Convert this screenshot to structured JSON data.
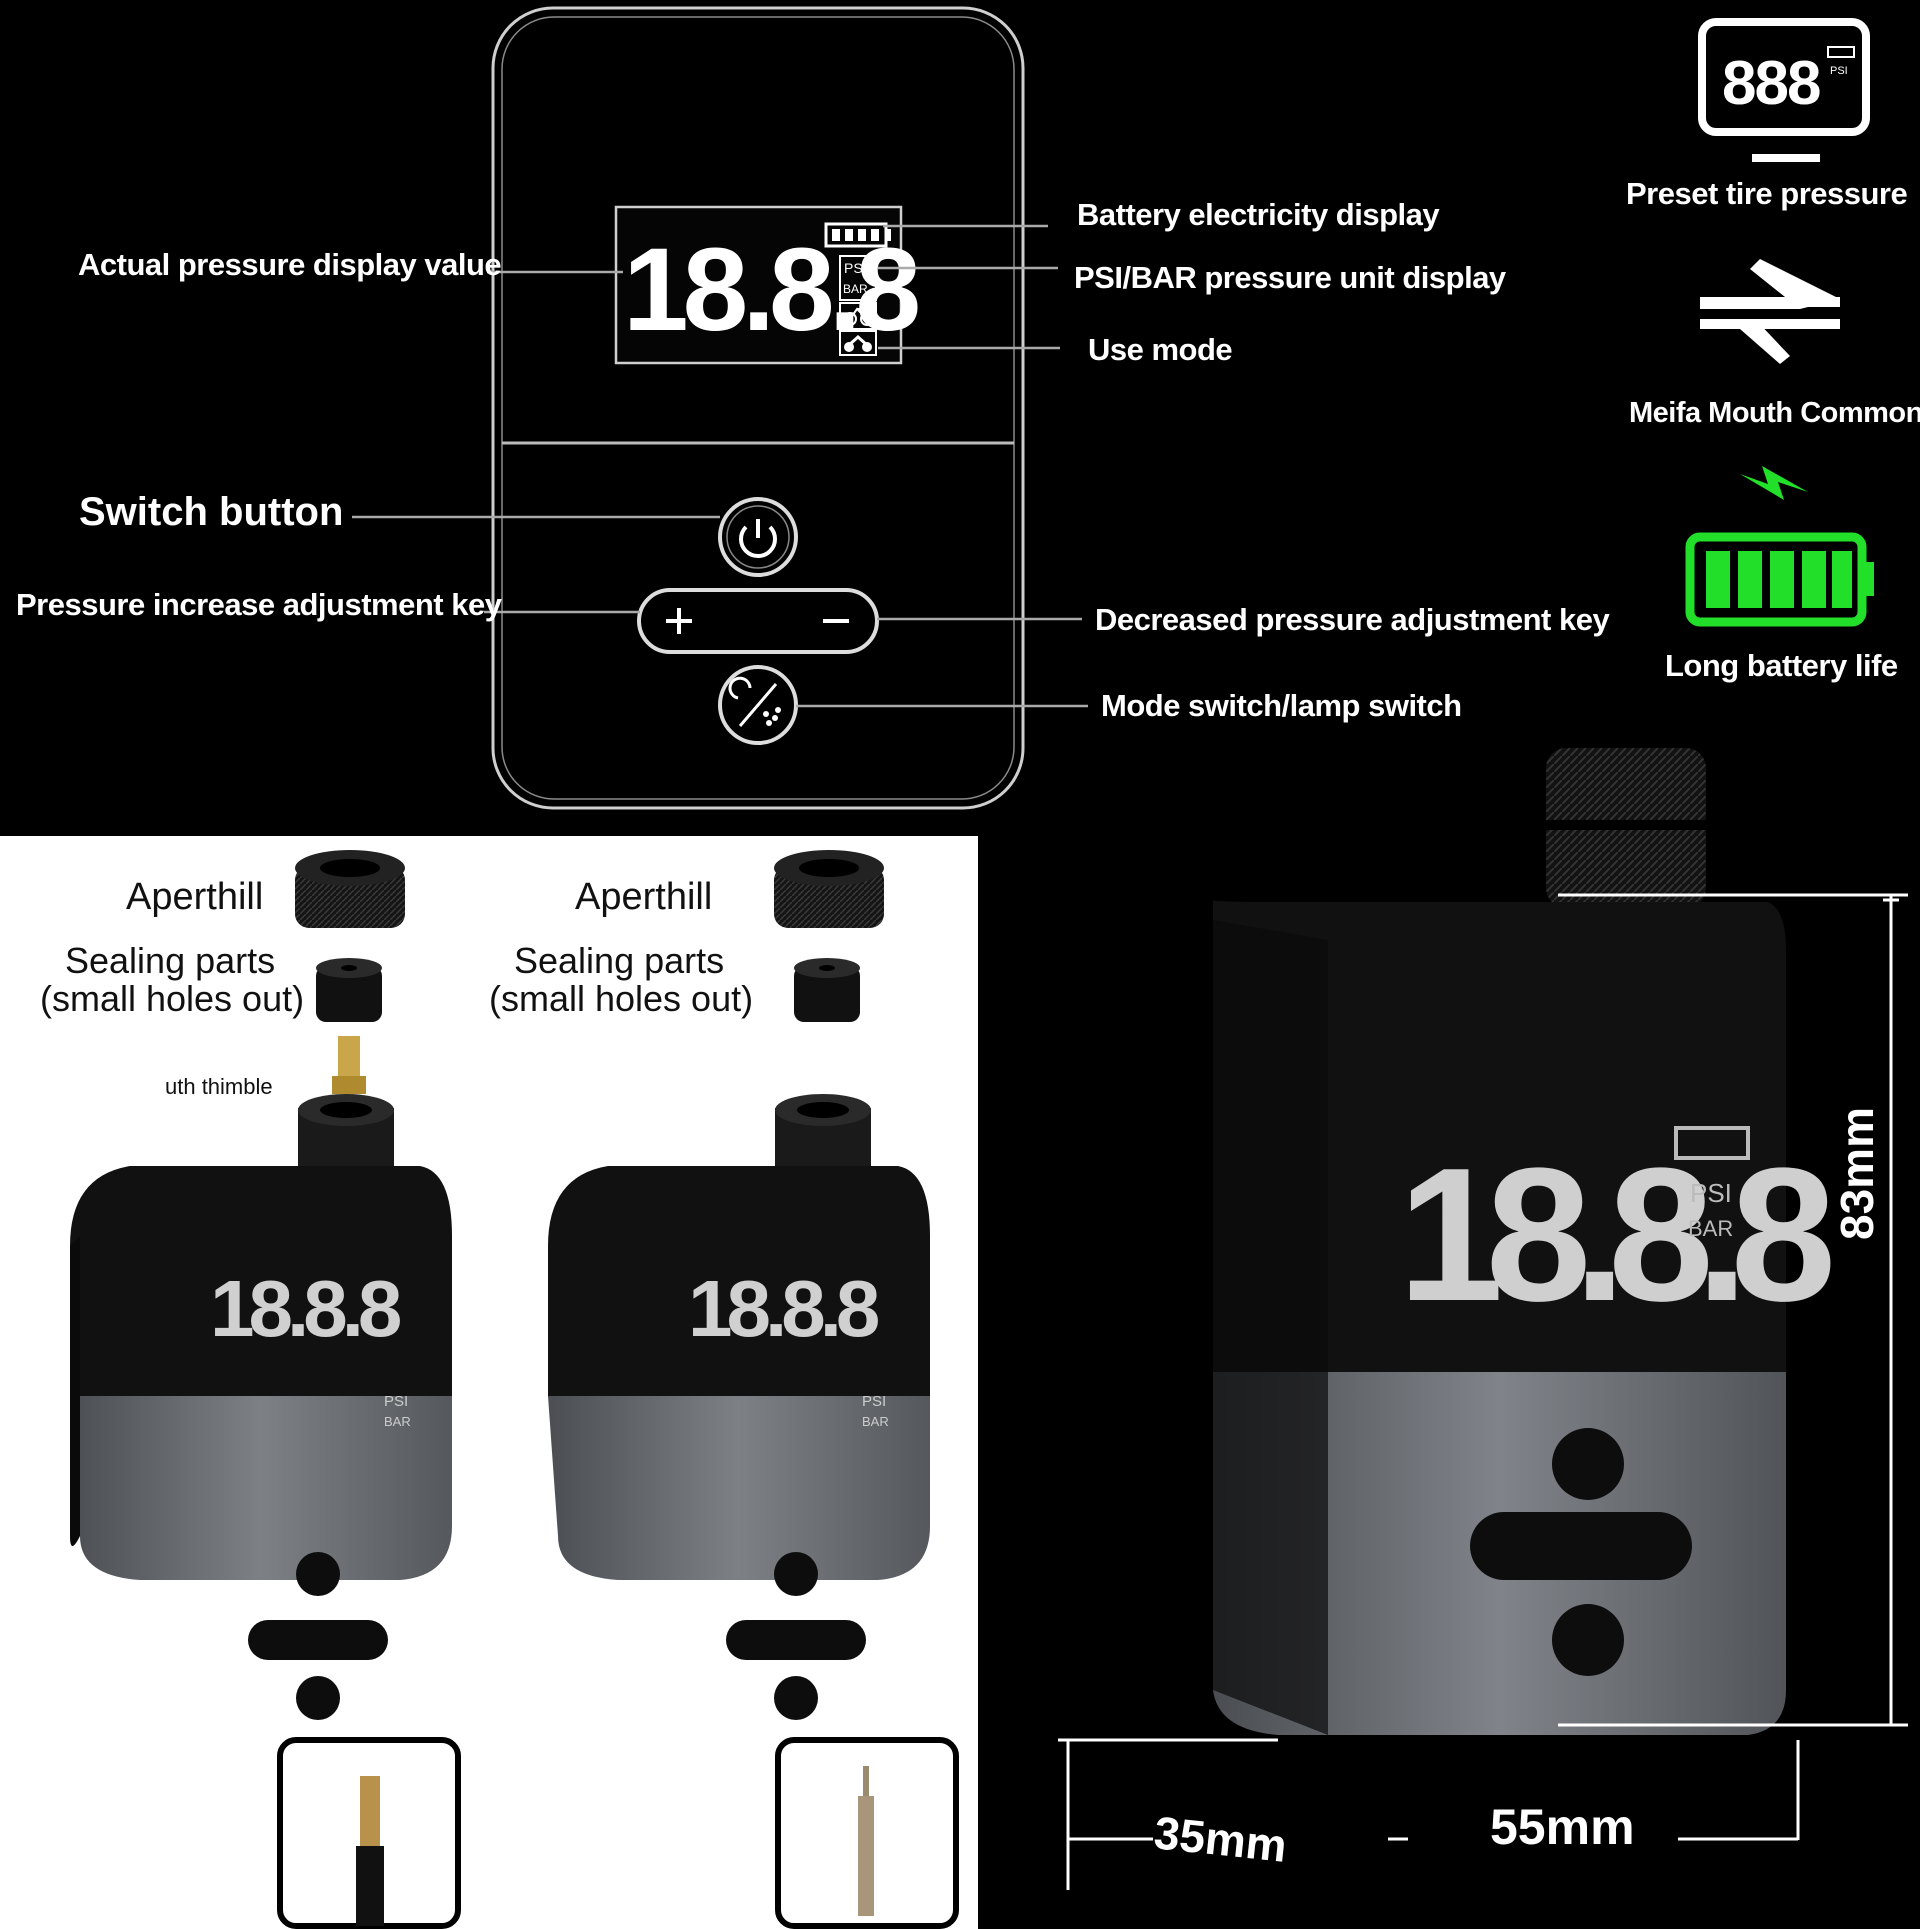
{
  "display": {
    "digits": "18.8.8",
    "unit_psi": "PSI",
    "unit_bar": "BAR"
  },
  "callouts": {
    "actual_pressure": "Actual pressure display value",
    "battery_display": "Battery electricity display",
    "unit_display": "PSI/BAR pressure unit display",
    "use_mode": "Use mode",
    "switch_button": "Switch button",
    "pressure_increase": "Pressure increase adjustment key",
    "pressure_decrease": "Decreased pressure adjustment key",
    "mode_switch": "Mode switch/lamp switch"
  },
  "features": {
    "preset": "Preset tire pressure",
    "preset_digits": "888",
    "meifa": "Meifa Mouth Common",
    "battery": "Long battery life"
  },
  "accessories": {
    "left": {
      "aperthill": "Aperthill",
      "sealing_line1": "Sealing parts",
      "sealing_line2": "(small holes out)",
      "thimble": "uth thimble"
    },
    "right": {
      "aperthill": "Aperthill",
      "sealing_line1": "Sealing parts",
      "sealing_line2": "(small holes out)"
    }
  },
  "dimensions": {
    "height": "83mm",
    "width": "55mm",
    "depth": "35mm"
  },
  "colors": {
    "accent_green": "#22e02a",
    "device_gray": "#6b6f74",
    "device_black": "#141414"
  }
}
